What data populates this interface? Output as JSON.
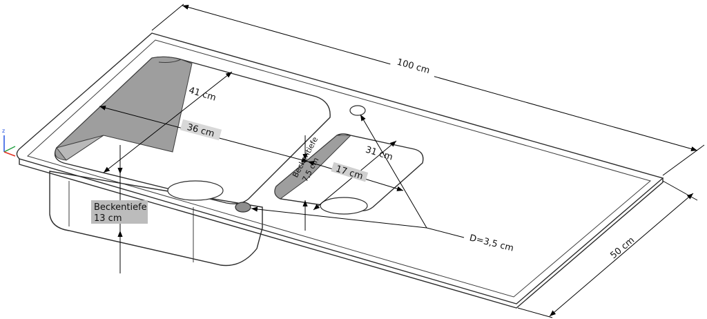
{
  "colors": {
    "sink_top": "#d8d8d8",
    "sink_edge": "#c4c4c4",
    "bowl_floor": "#cfcfcf",
    "bowl_wall_dark": "#9e9e9e",
    "bowl_wall_mid": "#b9b9b9",
    "side_wall": "#bcbcbc",
    "axis_x": "#e03020",
    "axis_y": "#20a040",
    "axis_z": "#2050e0"
  },
  "axes": {
    "z_label": "z"
  },
  "dimensions": {
    "overall_length": "100 cm",
    "overall_width": "50 cm",
    "bowl_large_length": "41 cm",
    "bowl_large_width": "36 cm",
    "bowl_small_length": "31 cm",
    "bowl_small_width": "17 cm",
    "hole_diameter": "D=3,5 cm",
    "depth_large_line1": "Beckentiefe",
    "depth_large_line2": "13 cm",
    "depth_small_line1": "Beckentiefe",
    "depth_small_line2": "7,5 cm"
  }
}
